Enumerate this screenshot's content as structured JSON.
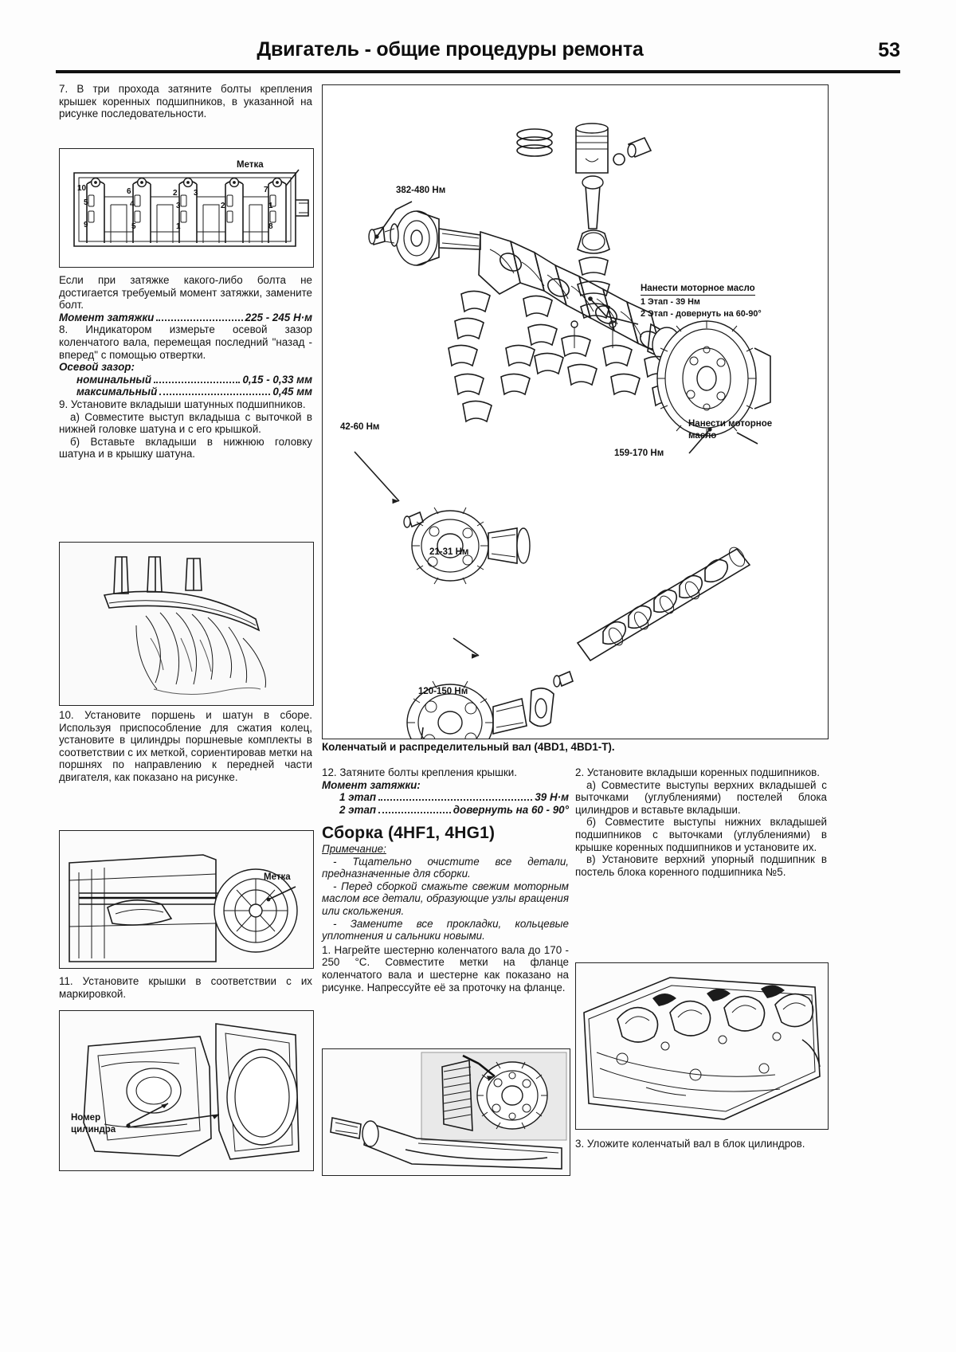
{
  "header": {
    "title": "Двигатель - общие процедуры ремонта",
    "page_number": "53"
  },
  "left_column": {
    "step7": "7. В три прохода затяните болты крепления крышек коренных подшипников, в указанной на рисунке последовательности.",
    "fig1_label_metka": "Метка",
    "fig1_numbers": [
      "10",
      "5",
      "9",
      "6",
      "4",
      "5",
      "2",
      "3",
      "1",
      "2",
      "7",
      "1",
      "8"
    ],
    "para_if": "Если при затяжке какого-либо болта не достигается требуемый момент затяжки, замените болт.",
    "spec_torque_label": "Момент затяжки",
    "spec_torque_value": "225 - 245 Н·м",
    "step8": "8. Индикатором измерьте осевой зазор коленчатого вала, перемещая последний \"назад - вперед\" с помощью отвертки.",
    "axial_head": "Осевой зазор:",
    "axial_nominal_label": "номинальный",
    "axial_nominal_value": "0,15 - 0,33 мм",
    "axial_max_label": "максимальный",
    "axial_max_value": "0,45 мм",
    "step9": "9. Установите вкладыши шатунных подшипников.",
    "step9a": "а) Совместите выступ вкладыша с выточкой в нижней головке шатуна и с его крышкой.",
    "step9b": "б) Вставьте вкладыши в нижнюю головку шатуна и в крышку шатуна.",
    "step10": "10. Установите поршень и шатун в сборе. Используя приспособление для сжатия колец, установите в цилиндры поршневые комплекты в соответствии с их меткой, сориентировав метки на поршнях по направлению к передней части двигателя, как показано на рисунке.",
    "fig3_label_metka": "Метка",
    "step11": "11. Установите крышки в соответствии с их маркировкой.",
    "fig4_label_number": "Номер",
    "fig4_label_cylinder": "цилиндра"
  },
  "main_figure": {
    "label_382_480": "382-480 Нм",
    "label_42_60": "42-60 Нм",
    "label_21_31": "21-31 Нм",
    "label_120_150": "120-150 Нм",
    "label_159_170": "159-170 Нм",
    "oil_note_1": "Нанести моторное масло",
    "oil_note_1_stage1": "1 Этап - 39 Нм",
    "oil_note_1_stage2": "2 Этап - довернуть на 60-90°",
    "oil_note_2_line1": "Нанести моторное",
    "oil_note_2_line2": "масло",
    "caption": "Коленчатый и распределительный вал (4BD1, 4BD1-Т)."
  },
  "mid_column": {
    "step12": "12. Затяните болты крепления крышки.",
    "torque_head": "Момент затяжки:",
    "stage1_label": "1 этап",
    "stage1_value": "39 Н·м",
    "stage2_label": "2 этап",
    "stage2_value": "довернуть на 60 - 90°",
    "section_title": "Сборка (4HF1, 4HG1)",
    "note_head": "Примечание:",
    "note1": "- Тщательно очистите все детали, предназначенные для сборки.",
    "note2": "- Перед сборкой смажьте свежим моторным маслом все детали, образующие узлы вращения или скольжения.",
    "note3": "- Замените все прокладки, кольцевые уплотнения и сальники новыми.",
    "step1": "1. Нагрейте шестерню коленчатого вала до 170 - 250 °С. Совместите метки на фланце коленчатого вала и шестерне как показано на рисунке. Напрессуйте её за проточку на фланце."
  },
  "right_column": {
    "step2": "2. Установите вкладыши коренных подшипников.",
    "step2a": "а) Совместите выступы верхних вкладышей с выточками (углублениями) постелей блока цилиндров и вставьте вкладыши.",
    "step2b": "б) Совместите выступы нижних вкладышей подшипников с выточками (углублениями) в крышке коренных подшипников и установите их.",
    "step2v": "в) Установите верхний упорный подшипник в постель блока коренного подшипника №5.",
    "step3": "3. Уложите коленчатый вал в блок цилиндров."
  },
  "colors": {
    "ink": "#111111",
    "line": "#1b1b1b",
    "paper": "#fdfdfd",
    "shade": "#efefef"
  }
}
